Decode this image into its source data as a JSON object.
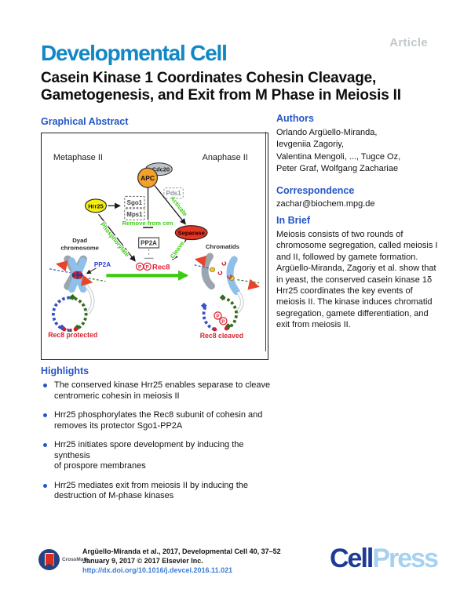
{
  "colors": {
    "journal_blue": "#1287c6",
    "heading_blue": "#2456c8",
    "link_blue": "#3b7bd6",
    "article_gray": "#c2c9cc",
    "cell_dark_blue": "#1e3c96",
    "press_light_blue": "#a6d2f0"
  },
  "page": {
    "article_tag": "Article",
    "journal": "Developmental Cell",
    "title_line1": "Casein Kinase 1 Coordinates Cohesin Cleavage,",
    "title_line2": "Gametogenesis, and Exit from M Phase in Meiosis II"
  },
  "graphical_abstract": {
    "heading": "Graphical Abstract",
    "labels": {
      "metaphase": "Metaphase II",
      "anaphase": "Anaphase II",
      "cdc20": "Cdc20",
      "apc": "APC",
      "pds1": "Pds1",
      "sgo1": "Sgo1",
      "mps1": "Mps1",
      "hrr25": "Hrr25",
      "separase": "Separase",
      "pp2a_box": "PP2A",
      "pp2a_cen": "PP2A",
      "remove": "Remove from cen",
      "activate": "Activate",
      "phosphorylate": "Phosphorylate",
      "cleave": "Cleave",
      "p": "P",
      "rec8": "Rec8",
      "dyad1": "Dyad",
      "dyad2": "chromosome",
      "chromatids": "Chromatids",
      "protected": "Rec8 protected",
      "cleaved": "Rec8 cleaved"
    }
  },
  "authors": {
    "heading": "Authors",
    "lines": [
      "Orlando Argüello-Miranda,",
      "Ievgeniia Zagoriy,",
      "Valentina Mengoli, ..., Tugce Oz,",
      "Peter Graf, Wolfgang Zachariae"
    ]
  },
  "correspondence": {
    "heading": "Correspondence",
    "email": "zachar@biochem.mpg.de"
  },
  "in_brief": {
    "heading": "In Brief",
    "text": "Meiosis consists of two rounds of chromosome segregation, called meiosis I and II, followed by gamete formation. Argüello-Miranda, Zagoriy et al. show that in yeast, the conserved casein kinase 1δ Hrr25 coordinates the key events of meiosis II. The kinase induces chromatid segregation, gamete differentiation, and exit from meiosis II."
  },
  "highlights": {
    "heading": "Highlights",
    "items": [
      {
        "line1": "The conserved kinase Hrr25 enables separase to cleave",
        "line2": "centromeric cohesin in meiosis II"
      },
      {
        "line1": "Hrr25 phosphorylates the Rec8 subunit of cohesin and",
        "line2": "removes its protector Sgo1-PP2A"
      },
      {
        "line1": "Hrr25 initiates spore development by inducing the synthesis",
        "line2": "of prospore membranes"
      },
      {
        "line1": "Hrr25 mediates exit from meiosis II by inducing the",
        "line2": "destruction of M-phase kinases"
      }
    ]
  },
  "footer": {
    "crossmark_label": "CrossMark",
    "citation_line1": "Argüello-Miranda et al., 2017, Developmental Cell 40, 37–52",
    "citation_line2": "January 9, 2017 © 2017 Elsevier Inc.",
    "doi": "http://dx.doi.org/10.1016/j.devcel.2016.11.021",
    "logo_cell": "Cell",
    "logo_press": "Press"
  }
}
